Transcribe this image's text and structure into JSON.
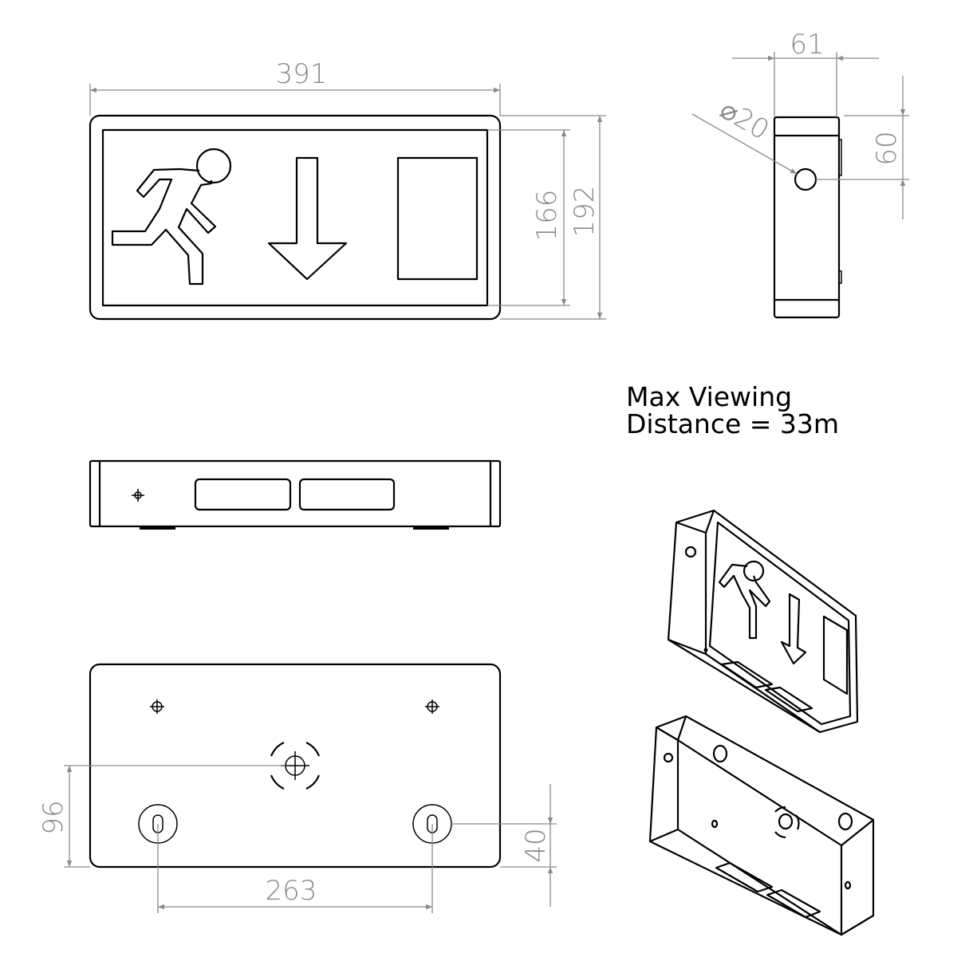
{
  "dimensions": {
    "front_width": "391",
    "front_inner_height": "166",
    "front_outer_height": "192",
    "side_depth": "61",
    "side_hole_offset": "60",
    "side_hole_diameter": "⌀20",
    "rear_hole_vertical": "96",
    "rear_keyhole_offset": "40",
    "rear_keyhole_spacing": "263"
  },
  "note": {
    "line1": "Max Viewing",
    "line2": "Distance = 33m"
  },
  "colors": {
    "line": "#000000",
    "dimension": "#8a8a8a"
  }
}
